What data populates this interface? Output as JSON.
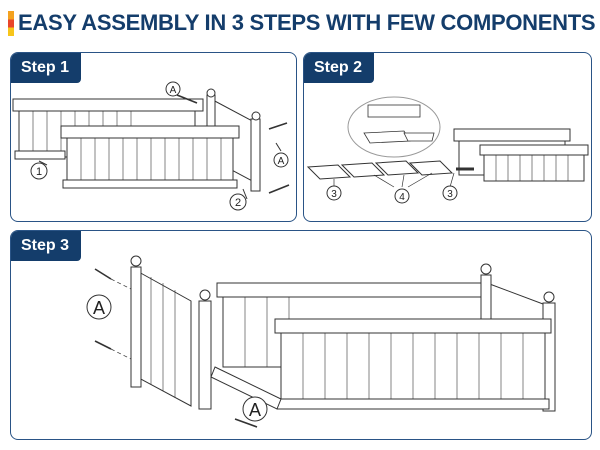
{
  "header": {
    "title": "EASY ASSEMBLY IN 3 STEPS WITH FEW COMPONENTS"
  },
  "steps": [
    {
      "label": "Step 1",
      "callouts": {
        "a1": "A",
        "a2": "A",
        "n1": "1",
        "n2": "2"
      }
    },
    {
      "label": "Step 2",
      "callouts": {
        "n3a": "3",
        "n4": "4",
        "n3b": "3"
      }
    },
    {
      "label": "Step 3",
      "callouts": {
        "a1": "A",
        "a2": "A"
      }
    }
  ],
  "colors": {
    "brand": "#143d6b",
    "border": "#2a5486",
    "line": "#333333"
  }
}
